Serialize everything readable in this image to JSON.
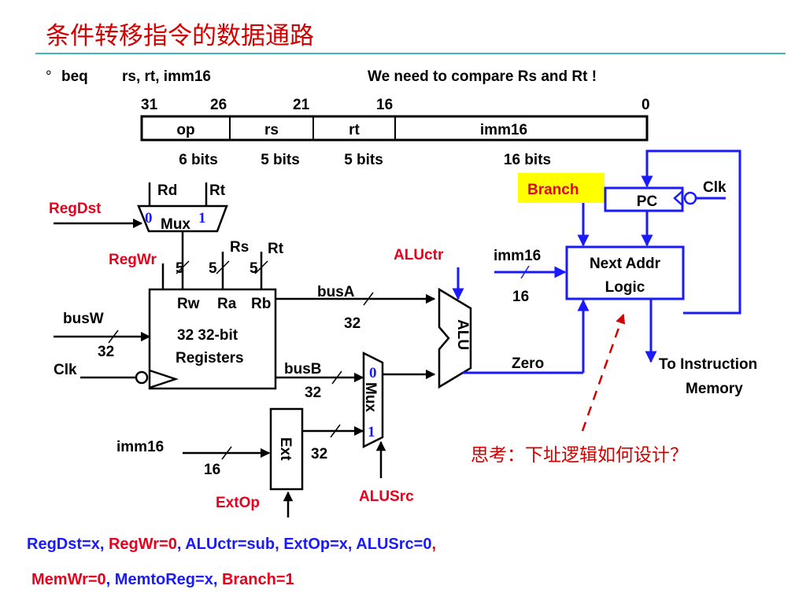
{
  "title": "条件转移指令的数据通路",
  "instruction": {
    "bullet": "°",
    "mnemonic": "beq",
    "operands": "rs, rt, imm16",
    "note": "We need to compare Rs and Rt !"
  },
  "format": {
    "bit_positions": [
      "31",
      "26",
      "21",
      "16",
      "0"
    ],
    "fields": [
      {
        "name": "op",
        "bits": "6 bits"
      },
      {
        "name": "rs",
        "bits": "5 bits"
      },
      {
        "name": "rt",
        "bits": "5 bits"
      },
      {
        "name": "imm16",
        "bits": "16 bits"
      }
    ]
  },
  "regfile": {
    "line1": "32 32-bit",
    "line2": "Registers",
    "port_rw": "Rw",
    "port_ra": "Ra",
    "port_rb": "Rb",
    "in_rs": "Rs",
    "in_rt": "Rt",
    "width_rw": "5",
    "width_ra": "5",
    "width_rb": "5"
  },
  "mux_dst": {
    "label": "Mux",
    "in0": "Rd",
    "in1": "Rt",
    "sel0": "0",
    "sel1": "1"
  },
  "mux_src": {
    "label": "Mux",
    "sel0": "0",
    "sel1": "1"
  },
  "alu": {
    "label": "ALU"
  },
  "ext": {
    "label": "Ext"
  },
  "pc": {
    "label": "PC",
    "clk": "Clk"
  },
  "next_addr": {
    "line1": "Next Addr",
    "line2": "Logic"
  },
  "signals": {
    "regdst": "RegDst",
    "regwr": "RegWr",
    "aluctr": "ALUctr",
    "alusrc": "ALUSrc",
    "extop": "ExtOp",
    "branch": "Branch",
    "busW": "busW",
    "busW_width": "32",
    "clk": "Clk",
    "busA": "busA",
    "busA_width": "32",
    "busB": "busB",
    "busB_width": "32",
    "imm16_ext": "imm16",
    "imm16_ext_width": "16",
    "ext_out_width": "32",
    "imm16_na": "imm16",
    "imm16_na_width": "16",
    "zero": "Zero",
    "to_imem_1": "To Instruction",
    "to_imem_2": "Memory"
  },
  "question": "思考：下址逻辑如何设计？",
  "control_line1": [
    {
      "text": "RegDst=x, ",
      "color": "#1a1aff"
    },
    {
      "text": "RegWr=0",
      "color": "#e8001c"
    },
    {
      "text": ", ALUctr=sub, ExtOp=x, ALUSrc=0",
      "color": "#1a1aff"
    },
    {
      "text": ",",
      "color": "#e8001c"
    }
  ],
  "control_line2": [
    {
      "text": "MemWr=0",
      "color": "#e8001c"
    },
    {
      "text": ", MemtoReg=x, ",
      "color": "#1a1aff"
    },
    {
      "text": "Branch=1",
      "color": "#e8001c"
    }
  ],
  "colors": {
    "title": "#d40000",
    "rule": "#00a0a0",
    "wire_blue": "#1a1aff",
    "signal_red": "#e8001c",
    "branch_highlight": "#ffff00"
  }
}
